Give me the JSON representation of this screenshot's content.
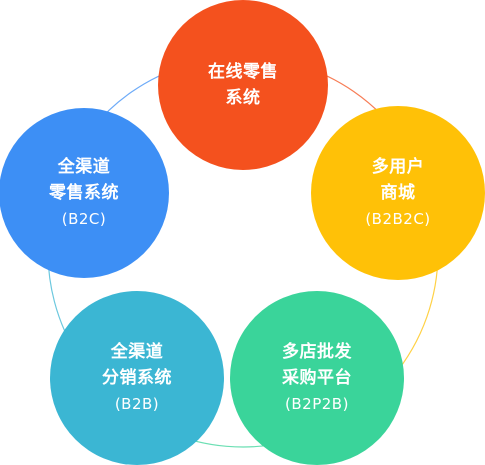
{
  "nodes": [
    {
      "id": "online-retail",
      "color": "#f4511e",
      "lines": [
        "在线零售",
        "系统"
      ]
    },
    {
      "id": "multi-user-mall",
      "color": "#ffc107",
      "lines": [
        "多用户",
        "商城",
        "(B2B2C)"
      ]
    },
    {
      "id": "multi-store-wholesale",
      "color": "#3ad49a",
      "lines": [
        "多店批发",
        "采购平台",
        "(B2P2B)"
      ]
    },
    {
      "id": "omnichannel-distribution",
      "color": "#3bb6d3",
      "lines": [
        "全渠道",
        "分销系统",
        "(B2B)"
      ]
    },
    {
      "id": "omnichannel-retail",
      "color": "#3d8ff5",
      "lines": [
        "全渠道",
        "零售系统",
        "(B2C)"
      ]
    }
  ],
  "ring": {
    "colors": [
      "#f4511e",
      "#ffc107",
      "#3ad49a",
      "#3bb6d3",
      "#3d8ff5"
    ]
  }
}
